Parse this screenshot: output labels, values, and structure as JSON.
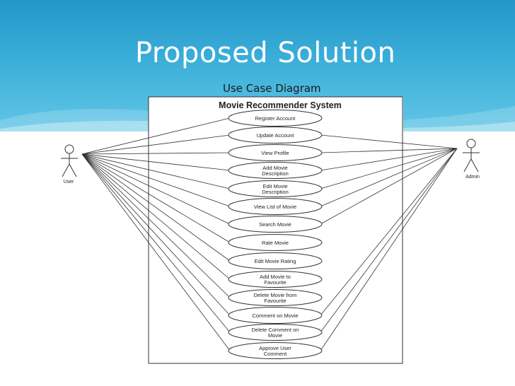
{
  "slide": {
    "title": "Proposed Solution",
    "subtitle": "Use Case Diagram"
  },
  "diagram": {
    "system_name": "Movie Recommender System",
    "actors": [
      {
        "id": "user",
        "label": "User"
      },
      {
        "id": "admin",
        "label": "Admin"
      }
    ],
    "use_cases": [
      {
        "id": "register",
        "lines": [
          "Register Account"
        ]
      },
      {
        "id": "update",
        "lines": [
          "Update Account"
        ]
      },
      {
        "id": "view-profile",
        "lines": [
          "View Profile"
        ]
      },
      {
        "id": "add-desc",
        "lines": [
          "Add Movie",
          "Description"
        ]
      },
      {
        "id": "edit-desc",
        "lines": [
          "Edit Movie",
          "Description"
        ]
      },
      {
        "id": "view-list",
        "lines": [
          "View List of Movie"
        ]
      },
      {
        "id": "search",
        "lines": [
          "Search Movie"
        ]
      },
      {
        "id": "rate",
        "lines": [
          "Rate Movie"
        ]
      },
      {
        "id": "edit-rating",
        "lines": [
          "Edit Movie Rating"
        ]
      },
      {
        "id": "add-fav",
        "lines": [
          "Add Movie to",
          "Favourite"
        ]
      },
      {
        "id": "delete-fav",
        "lines": [
          "Delete Movie from",
          "Favourite"
        ]
      },
      {
        "id": "comment",
        "lines": [
          "Comment on Movie"
        ]
      },
      {
        "id": "delete-comment",
        "lines": [
          "Delete Comment on",
          "Movie"
        ]
      },
      {
        "id": "approve",
        "lines": [
          "Approve User",
          "Comment"
        ]
      }
    ],
    "associations": {
      "user": [
        "register",
        "update",
        "view-profile",
        "add-desc",
        "edit-desc",
        "view-list",
        "search",
        "rate",
        "edit-rating",
        "add-fav",
        "delete-fav",
        "comment",
        "delete-comment",
        "approve"
      ],
      "admin": [
        "update",
        "view-profile",
        "add-desc",
        "edit-desc",
        "view-list",
        "search",
        "comment",
        "delete-comment",
        "approve"
      ]
    }
  }
}
